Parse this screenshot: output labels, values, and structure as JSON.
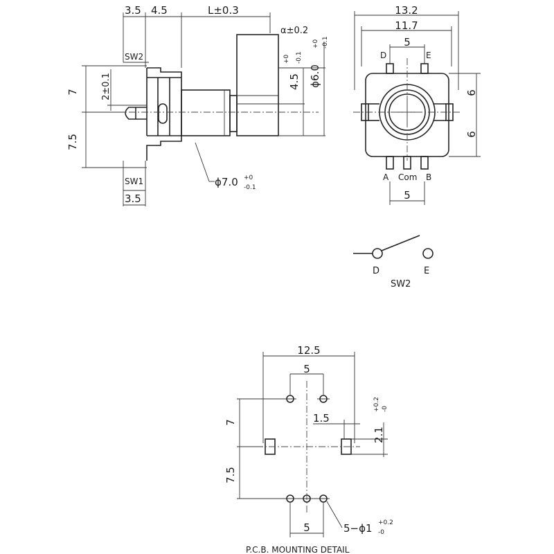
{
  "side_view": {
    "dim_a": "3.5",
    "dim_b": "4.5",
    "dim_l": "L±0.3",
    "dim_alpha": "α±0.2",
    "dim_sw2": "SW2",
    "dim_sw1": "SW1",
    "dim_bottom": "3.5",
    "dim_7": "7",
    "dim_75": "7.5",
    "dim_2": "2±0.1",
    "dim_45": "4.5",
    "dim_60": "ϕ6.0",
    "dim_70": "ϕ7.0",
    "tol_plus": "+0",
    "tol_minus": "-0.1"
  },
  "front_view": {
    "dim_132": "13.2",
    "dim_117": "11.7",
    "dim_5_top": "5",
    "label_d": "D",
    "label_e": "E",
    "dim_6_upper": "6",
    "dim_6_lower": "6",
    "label_a": "A",
    "label_com": "Com",
    "label_b": "B",
    "dim_5_bottom": "5"
  },
  "switch_symbol": {
    "label_d": "D",
    "label_e": "E",
    "label_sw2": "SW2"
  },
  "pcb_view": {
    "dim_125": "12.5",
    "dim_5_top": "5",
    "dim_15": "1.5",
    "dim_21": "2.1",
    "dim_21_plus": "+0.2",
    "dim_21_minus": "-0",
    "dim_7": "7",
    "dim_75": "7.5",
    "dim_5_bottom": "5",
    "dim_hole": "5−ϕ1",
    "dim_hole_plus": "+0.2",
    "dim_hole_minus": "-0",
    "caption": "P.C.B. MOUNTING DETAIL"
  }
}
